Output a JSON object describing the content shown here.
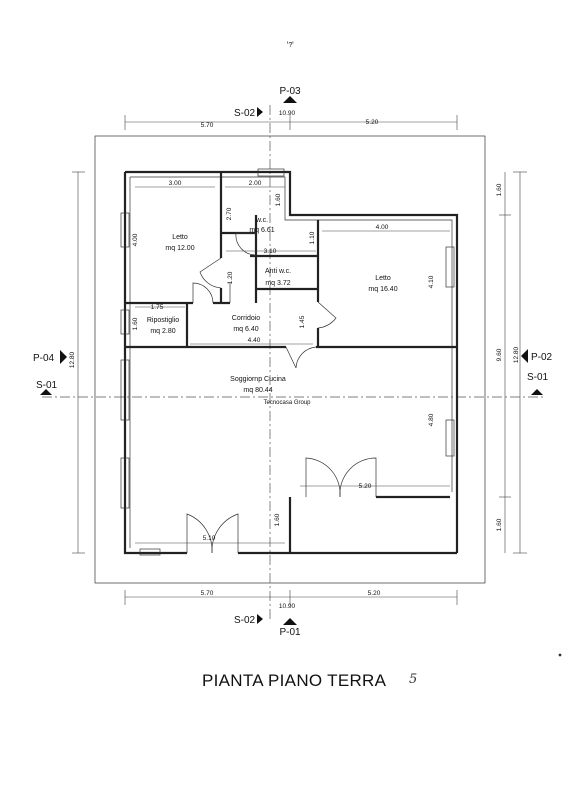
{
  "title": "PIANTA PIANO TERRA",
  "page_mark": "5",
  "top_scribble": "ꞌ?ꞌ",
  "rooms": {
    "letto1": {
      "name": "Letto",
      "area": "mq 12.00"
    },
    "wc": {
      "name": "w.c.",
      "area": "mq 6.61"
    },
    "antiwc": {
      "name": "Anti w.c.",
      "area": "mq 3.72"
    },
    "letto2": {
      "name": "Letto",
      "area": "mq 16.40"
    },
    "ripostiglio": {
      "name": "Ripostiglio",
      "area": "mq 2.80"
    },
    "corridoio": {
      "name": "Corridoio",
      "area": "mq 6.40"
    },
    "soggiorno": {
      "name": "Soggiornp Cucina",
      "area": "mq 80.44"
    }
  },
  "watermark": "Tecnocasa Group",
  "dimensions": {
    "top_left": "5.70",
    "top_total": "10.90",
    "top_right": "5.20",
    "bottom_left": "5.70",
    "bottom_total": "10.90",
    "bottom_right": "5.20",
    "left_total": "12.80",
    "right_total": "12.80",
    "right_upper": "1.60",
    "right_mid": "9.60",
    "right_lower": "1.60",
    "letto1_w": "3.00",
    "wc_w": "2.00",
    "letto1_h": "4.00",
    "wc_h1": "2.70",
    "wc_h2": "1.60",
    "antiwc_w": "3.10",
    "antiwc_h": "1.20",
    "letto2_w": "4.00",
    "step_h": "1.10",
    "letto2_h": "4.10",
    "rip_w": "1.75",
    "rip_h": "1.60",
    "corr_w": "4.40",
    "corr_h": "1.45",
    "sogg_h": "4.80",
    "sogg_w_right": "5.20",
    "sogg_h2": "1.60",
    "sogg_w_left": "5.10"
  },
  "section_markers": {
    "p03": "P-03",
    "p01": "P-01",
    "p04": "P-04",
    "p02": "P-02",
    "s02_top": "S-02",
    "s02_bottom": "S-02",
    "s01_left": "S-01",
    "s01_right": "S-01"
  }
}
